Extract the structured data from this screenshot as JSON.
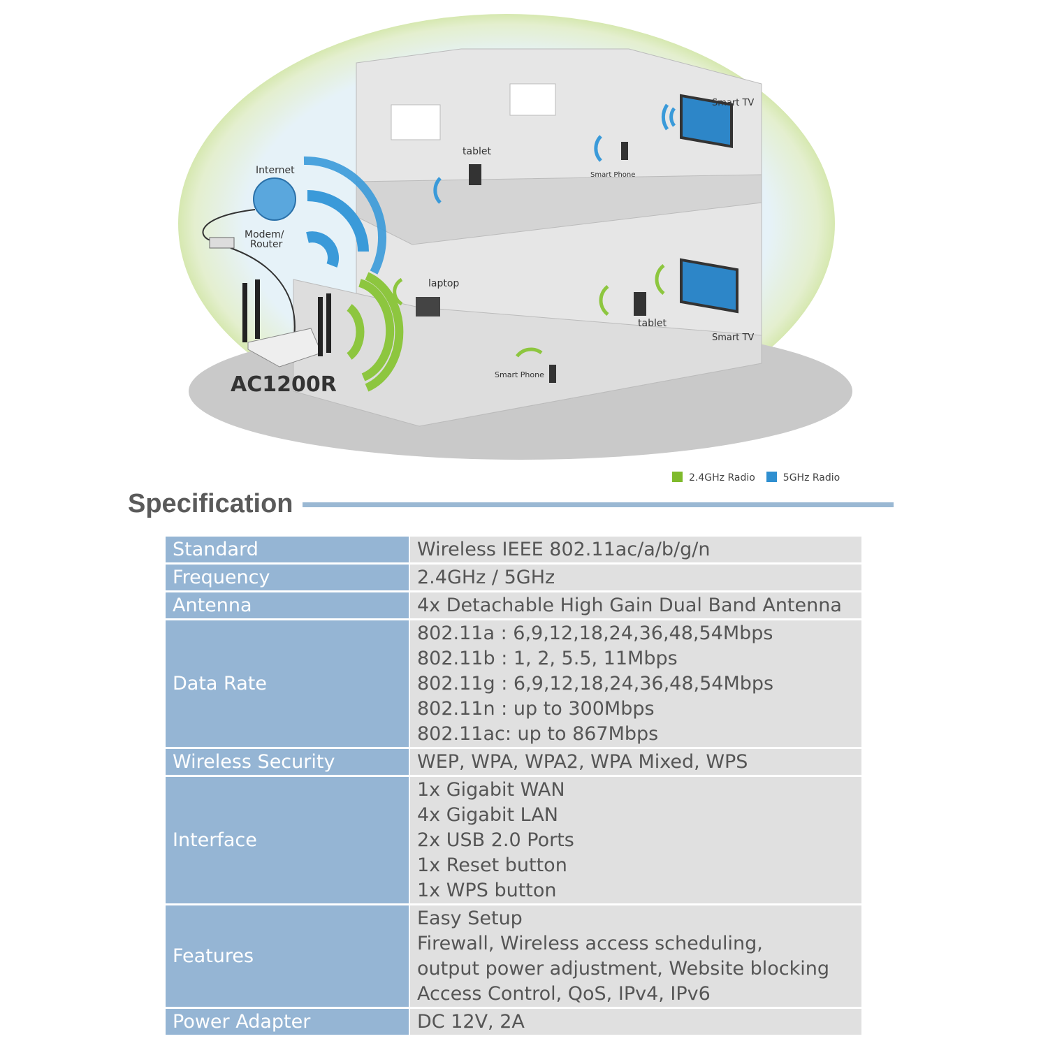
{
  "illustration": {
    "model": "AC1200R",
    "labels": {
      "internet": "Internet",
      "modem": "Modem/",
      "router": "Router",
      "tablet_up": "tablet",
      "smart_phone_up": "Smart Phone",
      "smart_tv_up": "Smart TV",
      "laptop": "laptop",
      "tablet_down": "tablet",
      "smart_tv_down": "Smart TV",
      "smart_phone_down": "Smart Phone"
    },
    "colors": {
      "radio_24": "#8dc63f",
      "radio_5": "#3a9ad9"
    }
  },
  "legend": [
    {
      "label": "2.4GHz Radio",
      "color": "#7fba2c"
    },
    {
      "label": "5GHz Radio",
      "color": "#2f8fd0"
    }
  ],
  "spec": {
    "title": "Specification",
    "rows": [
      {
        "key": "Standard",
        "values": [
          "Wireless IEEE 802.11ac/a/b/g/n"
        ]
      },
      {
        "key": "Frequency",
        "values": [
          "2.4GHz / 5GHz"
        ]
      },
      {
        "key": "Antenna",
        "values": [
          "4x Detachable High Gain Dual Band Antenna"
        ]
      },
      {
        "key": "Data Rate",
        "values": [
          "802.11a : 6,9,12,18,24,36,48,54Mbps",
          "802.11b : 1, 2, 5.5, 11Mbps",
          "802.11g : 6,9,12,18,24,36,48,54Mbps",
          "802.11n : up to 300Mbps",
          "802.11ac: up to 867Mbps"
        ]
      },
      {
        "key": "Wireless Security",
        "values": [
          "WEP, WPA, WPA2, WPA Mixed, WPS"
        ]
      },
      {
        "key": "Interface",
        "values": [
          "1x Gigabit WAN",
          "4x Gigabit LAN",
          "2x USB 2.0 Ports",
          "1x Reset button",
          "1x WPS button"
        ]
      },
      {
        "key": "Features",
        "values": [
          "Easy Setup",
          "Firewall, Wireless access scheduling,",
          "output power adjustment, Website blocking",
          "Access Control, QoS, IPv4, IPv6"
        ]
      },
      {
        "key": "Power Adapter",
        "values": [
          "DC 12V, 2A"
        ]
      }
    ]
  }
}
